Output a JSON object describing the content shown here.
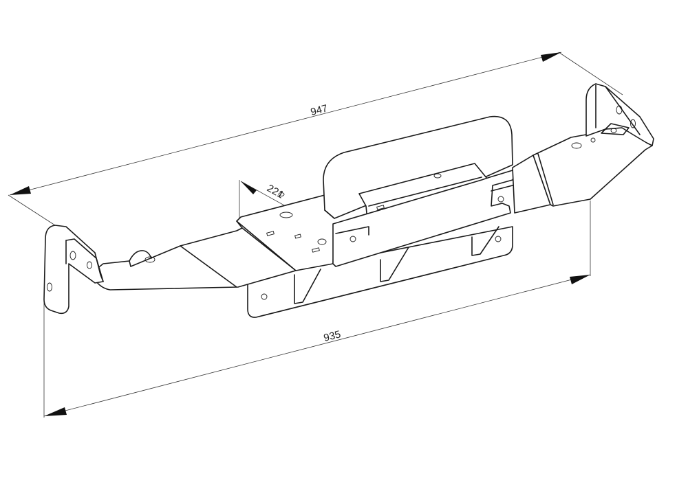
{
  "dimensions": {
    "overall_top": "947",
    "overall_bottom": "935",
    "plate_depth": "221"
  },
  "colors": {
    "line": "#1a1a1a",
    "background": "#ffffff"
  }
}
